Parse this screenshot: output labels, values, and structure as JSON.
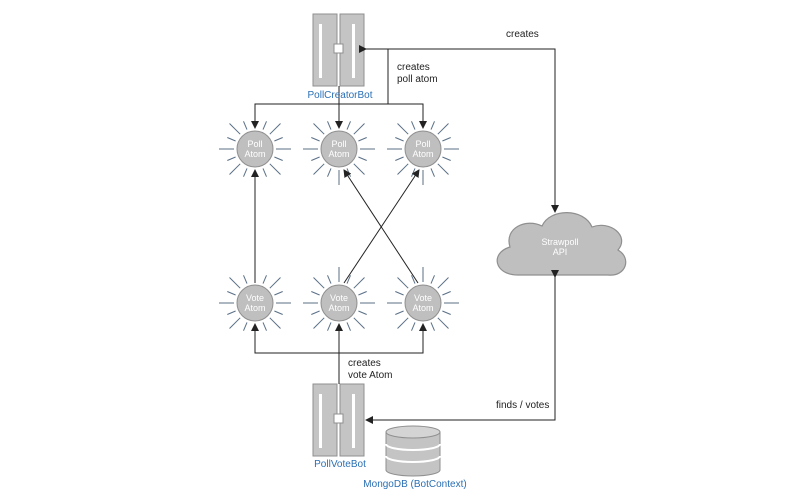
{
  "servers": {
    "poll_creator": "PollCreatorBot",
    "poll_vote": "PollVoteBot"
  },
  "database": {
    "label": "MongoDB (BotContext)"
  },
  "cloud": {
    "line1": "Strawpoll",
    "line2": "API"
  },
  "atoms": {
    "poll": {
      "line1": "Poll",
      "line2": "Atom"
    },
    "vote": {
      "line1": "Vote",
      "line2": "Atom"
    }
  },
  "edges": {
    "creates": "creates",
    "creates_poll_atom_1": "creates",
    "creates_poll_atom_2": "poll atom",
    "creates_vote_atom_1": "creates",
    "creates_vote_atom_2": "vote Atom",
    "finds_votes": "finds / votes"
  },
  "colors": {
    "node_fill": "#bfbfbf",
    "node_stroke": "#8f8f8f",
    "ray": "#5a6f86",
    "line": "#222222",
    "label_blue": "#2a6fb5"
  }
}
